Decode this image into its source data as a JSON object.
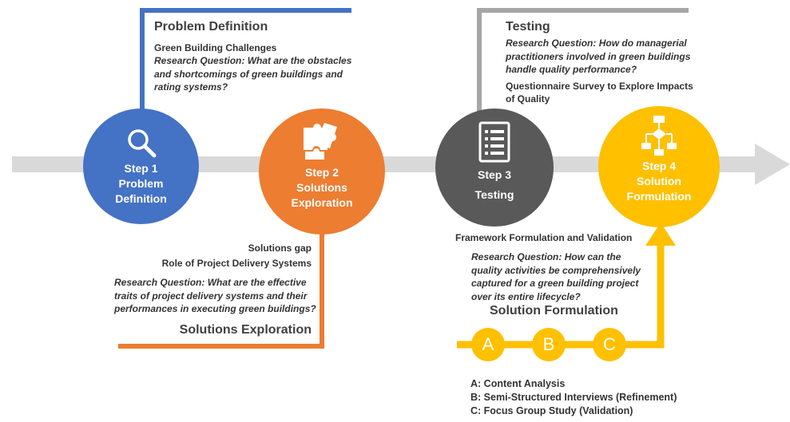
{
  "colors": {
    "step1": "#4472C4",
    "step2": "#ED7D31",
    "step3": "#595959",
    "step4": "#FFC000",
    "line_testing": "#A6A6A6",
    "main_arrow": "#D9D9D9"
  },
  "steps": [
    {
      "step": "Step 1",
      "lines": [
        "Problem",
        "Definition"
      ],
      "icon": "magnifier-icon"
    },
    {
      "step": "Step 2",
      "lines": [
        "Solutions",
        "Exploration"
      ],
      "icon": "puzzle-icon"
    },
    {
      "step": "Step 3",
      "lines": [
        "Testing"
      ],
      "icon": "checklist-icon"
    },
    {
      "step": "Step 4",
      "lines": [
        "Solution",
        "Formulation"
      ],
      "icon": "flowchart-icon"
    }
  ],
  "problem_definition": {
    "heading": "Problem Definition",
    "topic": "Green Building Challenges",
    "question": [
      "Research Question: What are the obstacles",
      "and shortcomings of green buildings and",
      "rating systems?"
    ]
  },
  "testing": {
    "heading": "Testing",
    "question": [
      "Research Question: How do managerial",
      "practitioners involved in green buildings",
      "handle quality performance?"
    ],
    "method": [
      "Questionnaire Survey to Explore Impacts",
      "of Quality"
    ]
  },
  "solutions_exploration": {
    "topics": [
      "Solutions gap",
      "Role of Project Delivery Systems"
    ],
    "question": [
      "Research Question: What are the effective",
      "traits of project delivery systems and their",
      "performances in executing green buildings?"
    ],
    "heading": "Solutions Exploration"
  },
  "solution_formulation": {
    "topic": "Framework Formulation and Validation",
    "question": [
      "Research Question: How can the",
      "quality activities be comprehensively",
      "captured for a green building project",
      "over its entire lifecycle?"
    ],
    "heading": "Solution Formulation",
    "phases": [
      "A",
      "B",
      "C"
    ],
    "legend": [
      "A: Content Analysis",
      "B: Semi-Structured Interviews (Refinement)",
      "C: Focus Group Study (Validation)"
    ]
  }
}
